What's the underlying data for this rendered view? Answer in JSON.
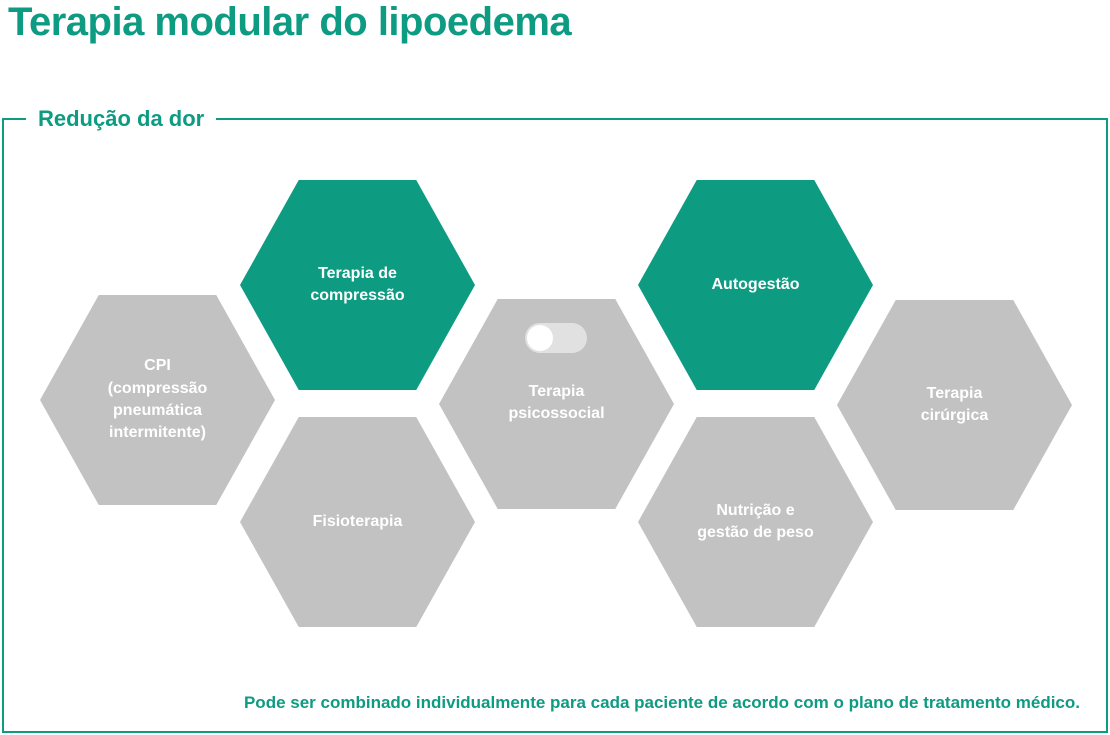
{
  "page": {
    "title": "Terapia modular do lipoedema",
    "section_label": "Redução da dor",
    "footnote": "Pode ser combinado individualmente para cada paciente de acordo com o plano de tratamento médico."
  },
  "colors": {
    "teal": "#0d9b82",
    "gray": "#c2c2c3",
    "hexagon_text": "#ffffff",
    "background": "#ffffff"
  },
  "hexagons": [
    {
      "id": "cpi",
      "label": "CPI\n(compressão\npneumática\nintermitente)",
      "variant": "gray"
    },
    {
      "id": "terapia-de-compressao",
      "label": "Terapia de\ncompressão",
      "variant": "green"
    },
    {
      "id": "fisioterapia",
      "label": "Fisioterapia",
      "variant": "gray"
    },
    {
      "id": "terapia-psicossocial",
      "label": "Terapia\npsicossocial",
      "variant": "gray",
      "icon": "toggle-switch-icon",
      "toggle_state": "off"
    },
    {
      "id": "autogestao",
      "label": "Autogestão",
      "variant": "green"
    },
    {
      "id": "nutricao-e-gestao-de-peso",
      "label": "Nutrição e\ngestão de peso",
      "variant": "gray"
    },
    {
      "id": "terapia-cirurgica",
      "label": "Terapia\ncirúrgica",
      "variant": "gray"
    }
  ]
}
